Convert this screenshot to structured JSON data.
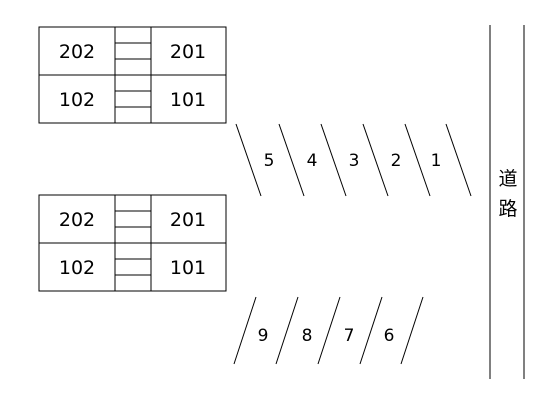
{
  "buildings": [
    {
      "units": [
        "202",
        "201",
        "102",
        "101"
      ]
    },
    {
      "units": [
        "202",
        "201",
        "102",
        "101"
      ]
    }
  ],
  "parking_row_upper": [
    "5",
    "4",
    "3",
    "2",
    "1"
  ],
  "parking_row_lower": [
    "9",
    "8",
    "7",
    "6"
  ],
  "road": {
    "chars": [
      "道",
      "路"
    ]
  }
}
